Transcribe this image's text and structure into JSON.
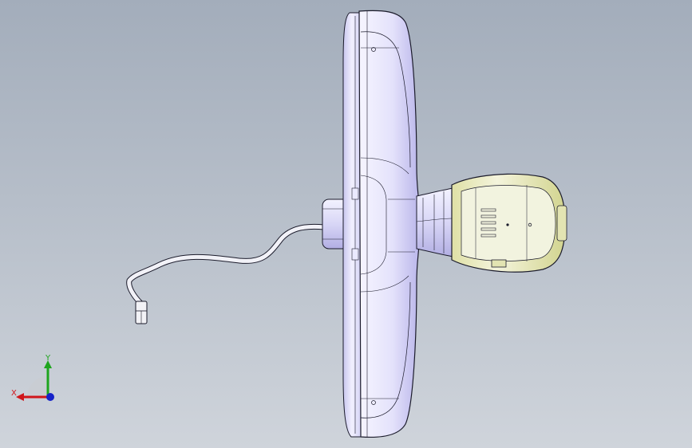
{
  "viewport": {
    "model": "rearview-mirror-assembly"
  },
  "triad": {
    "x_label": "X",
    "y_label": "Y",
    "x_color": "#d0161b",
    "y_color": "#1ea51e",
    "z_color": "#1622c9"
  },
  "colors": {
    "body_fill": "#e9e8fb",
    "body_shade": "#c9c6ef",
    "mount_fill": "#eeeecf",
    "mount_shade": "#cdd08a",
    "cable": "#f4f4f8",
    "edge": "#1b1b2b"
  }
}
